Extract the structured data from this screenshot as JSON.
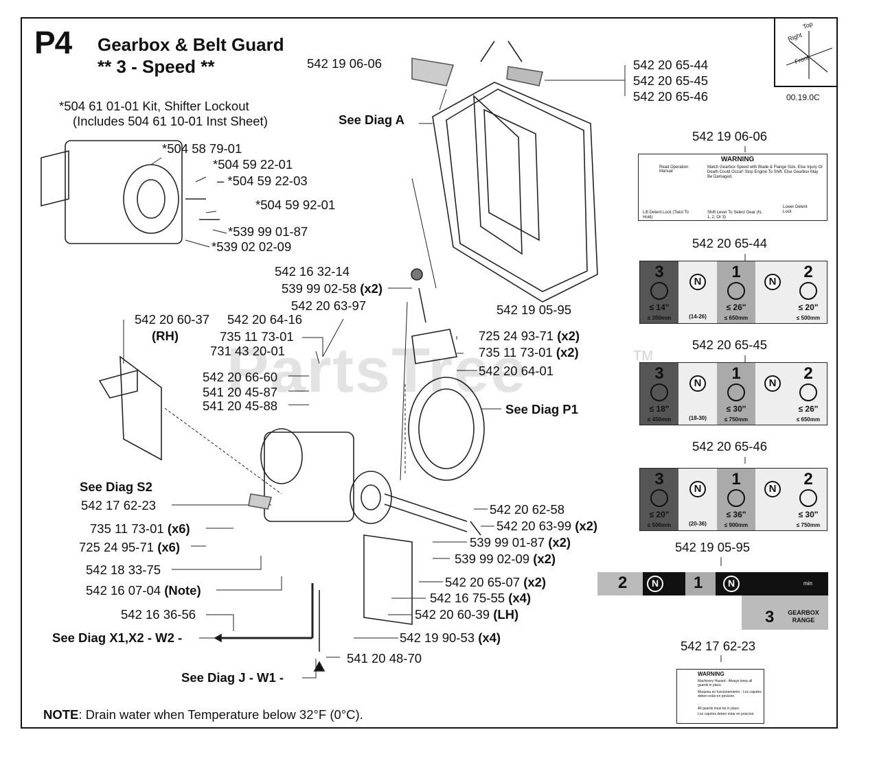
{
  "header": {
    "code": "P4",
    "title": "Gearbox & Belt Guard",
    "subtitle": "** 3 - Speed **"
  },
  "watermark": {
    "text": "PartsTree",
    "tm": "TM"
  },
  "orientation": {
    "ref": "00.19.0C",
    "top": "Top",
    "right": "Right",
    "front": "Front"
  },
  "labels": {
    "l_5421906_top": "542 19 06-06",
    "l_654444": "542 20 65-44",
    "l_654445": "542 20 65-45",
    "l_654446": "542 20 65-46",
    "l_diag_a": "See Diag A",
    "l_kit1": "*504 61 01-01 Kit, Shifter Lockout",
    "l_kit2": "(Includes 504 61 10-01 Inst Sheet)",
    "l_5045879": "*504 58 79-01",
    "l_5045922a": "*504 59 22-01",
    "l_5045922b": "– *504 59 22-03",
    "l_5045992": "*504 59 92-01",
    "l_5399901": "*539 99 01-87",
    "l_5390202": "*539 02 02-09",
    "l_5421632": "542 16 32-14",
    "l_5399902": "539 99 02-58",
    "l_x2": "(x2)",
    "l_5422063": "542 20 63-97",
    "l_5421905": "542 19 05-95",
    "l_5422060_rh": "542 20 60-37",
    "l_rh": "(RH)",
    "l_5422064_16": "542 20 64-16",
    "l_7351173_a": "735 11 73-01",
    "l_7314320": "731 43 20-01",
    "l_7252493": "725 24 93-71",
    "l_7351173_b": "735 11 73-01",
    "l_5422064_01": "542 20 64-01",
    "l_5422066": "542 20 66-60",
    "l_5412045_87": "541 20 45-87",
    "l_5412045_88": "541 20 45-88",
    "l_diag_p1": "See Diag P1",
    "l_diag_s2": "See Diag S2",
    "l_5421762": "542 17 62-23",
    "l_7351173_c": "735 11 73-01",
    "l_x6": "(x6)",
    "l_7252495": "725 24 95-71",
    "l_5421833": "542 18 33-75",
    "l_5421607": "542 16 07-04",
    "l_note_paren": "(Note)",
    "l_5421636": "542 16 36-56",
    "l_diag_x1": "See Diag X1,X2 - W2 -",
    "l_diag_j": "See Diag J - W1 -",
    "l_5412048": "541 20 48-70",
    "l_5421990": "542 19 90-53",
    "l_x4": "(x4)",
    "l_5422060_lh": "542 20 60-39",
    "l_lh": "(LH)",
    "l_5421675": "542 16 75-55",
    "l_5422065_07": "542 20 65-07",
    "l_5399902_09": "539 99 02-09",
    "l_5399901_87": "539 99 01-87",
    "l_5422063_99": "542 20 63-99",
    "l_5422062": "542 20 62-58"
  },
  "decals": {
    "warn_code": "542 19 06-06",
    "warn_title": "WARNING",
    "warn_read": "Read Operation Manual",
    "warn_body": "Match Gearbox Speed with Blade & Flange Size. Else Injury Or Death Could Occur! Stop Engine To Shift. Else Gearbox May Be Damaged.",
    "warn_step1": "Lift Detent Lock (Twist To Hold)",
    "warn_step2": "Shift Lever To Select Gear (N, 1, 2, Or 3)",
    "warn_step3": "Lower Detent Lock",
    "d1": {
      "code": "542 20 65-44",
      "g3": "≤ 14\"",
      "g3mm": "≤ 350mm",
      "n1": "(14-26)",
      "g1": "≤ 26\"",
      "g1mm": "≤ 650mm",
      "g2": "≤ 20\"",
      "g2mm": "≤ 500mm"
    },
    "d2": {
      "code": "542 20 65-45",
      "g3": "≤ 18\"",
      "g3mm": "≤ 450mm",
      "n1": "(18-30)",
      "g1": "≤ 30\"",
      "g1mm": "≤ 750mm",
      "g2": "≤ 26\"",
      "g2mm": "≤ 650mm"
    },
    "d3": {
      "code": "542 20 65-46",
      "g3": "≤ 20\"",
      "g3mm": "≤ 500mm",
      "n1": "(20-36)",
      "g1": "≤ 36\"",
      "g1mm": "≤ 900mm",
      "g2": "≤ 30\"",
      "g2mm": "≤ 750mm"
    },
    "gear_code": "542 19 05-95",
    "gear_2": "2",
    "gear_n": "N",
    "gear_1": "1",
    "gear_3": "3",
    "gear_range": "GEARBOX RANGE",
    "gear_min": "min",
    "num3": "3",
    "num1": "1",
    "num2": "2",
    "safety_code": "542 17 62-23",
    "safety_title": "WARNING",
    "safety_l1": "Machinery Hazard - Always keep all guards in place.",
    "safety_l2": "Maquina en funcionamiento - Los capotes deben estar en posicion.",
    "safety_l3": "All guards must be in place.",
    "safety_l4": "Los capotes deben estar en posicion."
  },
  "note": {
    "label": "NOTE",
    "text": ": Drain water when Temperature below 32°F (0°C)."
  }
}
